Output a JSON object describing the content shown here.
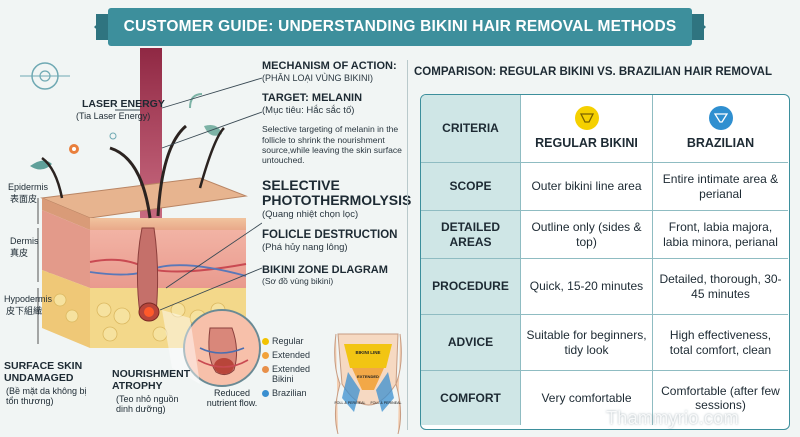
{
  "title": "CUSTOMER GUIDE: UNDERSTANDING BIKINI HAIR REMOVAL METHODS",
  "illustration": {
    "laser_energy": "LASER ENERGY",
    "laser_energy_vi": "(Tia Laser Energy)",
    "epidermis": "Epidermis",
    "epidermis_cn": "表面皮",
    "dermis": "Dermis",
    "dermis_cn": "真皮",
    "hypodermis": "Hypodermis",
    "hypodermis_cn": "皮下組織",
    "surface_skin": "SURFACE SKIN UNDAMAGED",
    "surface_skin_vi": "(Bề mặt da không bị tổn thương)",
    "nourishment": "NOURISHMENT ATROPHY",
    "nourishment_vi": "(Teo nhỏ nguồn dinh dưỡng)",
    "reduced": "Reduced nutrient flow."
  },
  "middle": {
    "mechanism": "MECHANISM OF ACTION:",
    "mechanism_vi": "(PHÂN LOẠI VÙNG BIKINI)",
    "target": "TARGET: MELANIN",
    "target_vi": "(Mục tiêu: Hắc sắc tố)",
    "description": "Selective targeting of melanin in the follicle to shrink the nourishment source,while leaving the skin surface untouched.",
    "selective": "SELECTIVE PHOTOTHERMOLYSIS",
    "selective_vi": "(Quang nhiệt chọn lọc)",
    "follicle": "FOLICLE DESTRUCTION",
    "follicle_vi": "(Phá hủy nang lông)",
    "diagram": "BIKINI ZONE DLAGRAM",
    "diagram_vi": "(Sơ đồ vùng bikini)",
    "legend": [
      "Regular",
      "Extended",
      "Extended Bikini",
      "Brazilian"
    ],
    "legend_colors": [
      "#f2c200",
      "#f2a23a",
      "#e8904a",
      "#3a8fd0"
    ],
    "zone_bikini_line": "BIKINI LINE",
    "zone_extended": "EXTENDED",
    "zone_left": "FOLL & PERINEAL",
    "zone_right": "FOLL & PERINEAL"
  },
  "comparison": {
    "title": "COMPARISON: REGULAR BIKINI VS. BRAZILIAN HAIR REMOVAL",
    "headers": [
      "CRITERIA",
      "REGULAR BIKINI",
      "BRAZILIAN"
    ],
    "header_icons": [
      "bikini-yellow-icon",
      "bikini-blue-icon"
    ],
    "rows": [
      {
        "criteria": "SCOPE",
        "regular": "Outer bikini line area",
        "brazilian": "Entire intimate area & perianal"
      },
      {
        "criteria": "DETAILED AREAS",
        "regular": "Outline only (sides & top)",
        "brazilian": "Front, labia majora, labia minora, perianal"
      },
      {
        "criteria": "PROCEDURE",
        "regular": "Quick, 15-20 minutes",
        "brazilian": "Detailed, thorough, 30-45 minutes"
      },
      {
        "criteria": "ADVICE",
        "regular": "Suitable for beginners, tidy look",
        "brazilian": "High effectiveness, total comfort, clean"
      },
      {
        "criteria": "COMFORT",
        "regular": "Very comfortable",
        "brazilian": "Comfortable (after few sessions)"
      }
    ]
  },
  "watermark": "Thammyrio.com",
  "colors": {
    "accent": "#3d8f9c",
    "criteria_bg": "#cfe6e6",
    "regular_icon": "#f5d000",
    "brazilian_icon": "#2f8fd0"
  }
}
